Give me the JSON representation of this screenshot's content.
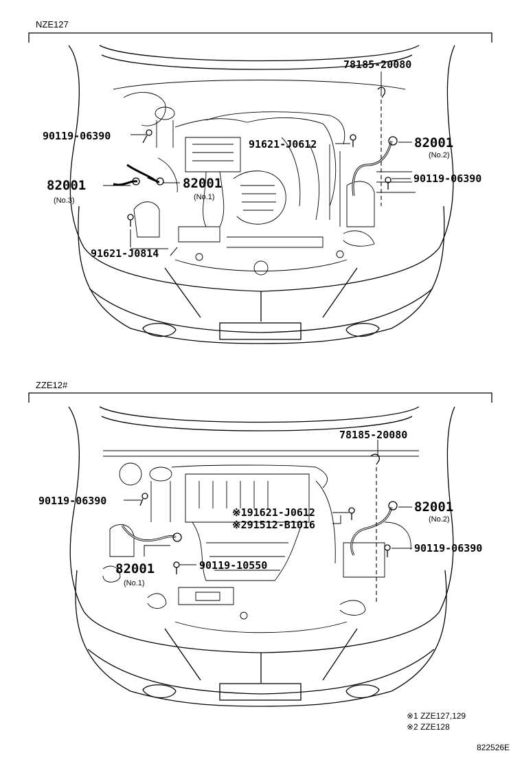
{
  "sections": [
    {
      "title": "NZE127",
      "labels": {
        "p78185": "78185-20080",
        "p90119a": "90119-06390",
        "p91621a": "91621-J0612",
        "p82001no2": "82001",
        "no2": "(No.2)",
        "p90119b": "90119-06390",
        "p82001no3": "82001",
        "no3": "(No.3)",
        "p82001no1": "82001",
        "no1": "(No.1)",
        "p91621b": "91621-J0814"
      }
    },
    {
      "title": "ZZE12#",
      "labels": {
        "p78185": "78185-20080",
        "p90119a": "90119-06390",
        "p91621": "※191621-J0612",
        "p91512": "※291512-B1016",
        "p82001no2": "82001",
        "no2": "(No.2)",
        "p90119b": "90119-06390",
        "p82001no1": "82001",
        "no1": "(No.1)",
        "p90119c": "90119-10550"
      }
    }
  ],
  "notes": [
    "※1 ZZE127,129",
    "※2 ZZE128"
  ],
  "figure_id": "822526E"
}
